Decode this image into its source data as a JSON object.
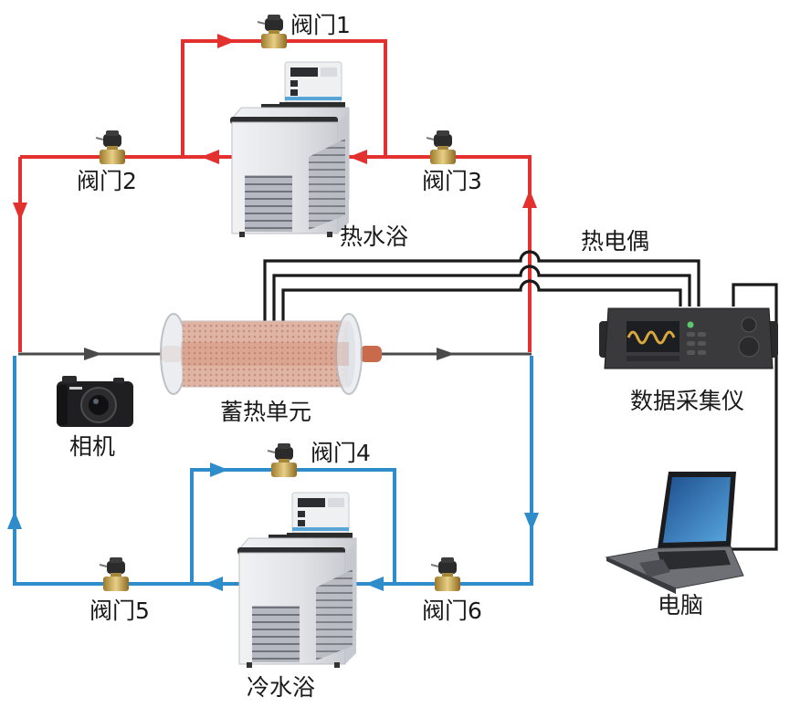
{
  "figure": {
    "type": "experimental-setup-schematic",
    "colors": {
      "hot_loop": "#e3312f",
      "cold_loop": "#2e8ccb",
      "flow_line": "#4a4a4a",
      "wire": "#1a1a1a",
      "valve_brass": "#c9a24a"
    }
  },
  "labels": {
    "valve1": "阀门1",
    "valve2": "阀门2",
    "valve3": "阀门3",
    "valve4": "阀门4",
    "valve5": "阀门5",
    "valve6": "阀门6",
    "hot_bath": "热水浴",
    "cold_bath": "冷水浴",
    "thermocouple": "热电偶",
    "storage_unit": "蓄热单元",
    "camera": "相机",
    "data_logger": "数据采集仪",
    "computer": "电脑"
  },
  "components": [
    {
      "id": "hot_bath",
      "icon": "water-bath-icon",
      "loop": "hot"
    },
    {
      "id": "cold_bath",
      "icon": "water-bath-icon",
      "loop": "cold"
    },
    {
      "id": "storage_unit",
      "icon": "heat-storage-cylinder-icon"
    },
    {
      "id": "camera",
      "icon": "camera-icon"
    },
    {
      "id": "data_logger",
      "icon": "data-logger-icon"
    },
    {
      "id": "computer",
      "icon": "laptop-icon"
    },
    {
      "id": "valve1",
      "icon": "solenoid-valve-icon",
      "loop": "hot"
    },
    {
      "id": "valve2",
      "icon": "solenoid-valve-icon",
      "loop": "hot"
    },
    {
      "id": "valve3",
      "icon": "solenoid-valve-icon",
      "loop": "hot"
    },
    {
      "id": "valve4",
      "icon": "solenoid-valve-icon",
      "loop": "cold"
    },
    {
      "id": "valve5",
      "icon": "solenoid-valve-icon",
      "loop": "cold"
    },
    {
      "id": "valve6",
      "icon": "solenoid-valve-icon",
      "loop": "cold"
    }
  ],
  "thermocouple_count": 3
}
